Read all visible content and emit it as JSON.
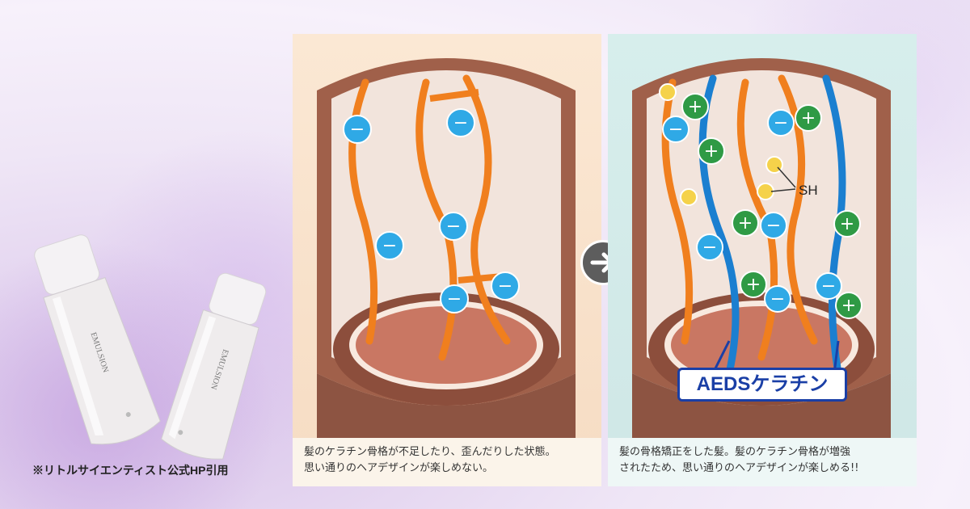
{
  "source_note": "※リトルサイエンティスト公式HP引用",
  "products": [
    {
      "label": "EMULSION"
    },
    {
      "label": "EMULSION"
    }
  ],
  "panels": {
    "before": {
      "caption_line1": "髪のケラチン骨格が不足したり、歪んだりした状態。",
      "caption_line2": "思い通りのヘアデザインが楽しめない。",
      "minus_symbol": "−"
    },
    "after": {
      "caption_line1": "髪の骨格矯正をした髪。髪のケラチン骨格が増強",
      "caption_line2": "されたため、思い通りのヘアデザインが楽しめる!!",
      "sh_label": "SH",
      "aeds_label": "AEDSケラチン",
      "plus_symbol": "+",
      "minus_symbol": "−"
    }
  },
  "colors": {
    "keratin_orange": "#f07f1e",
    "aeds_blue": "#1b7fd0",
    "minus_ion": "#2fa9e6",
    "plus_ion": "#2f9a45",
    "sh_ion": "#f5d24a",
    "hair_shell": "#9a5a45"
  },
  "icons": {
    "arrow": "arrow-right-icon"
  }
}
